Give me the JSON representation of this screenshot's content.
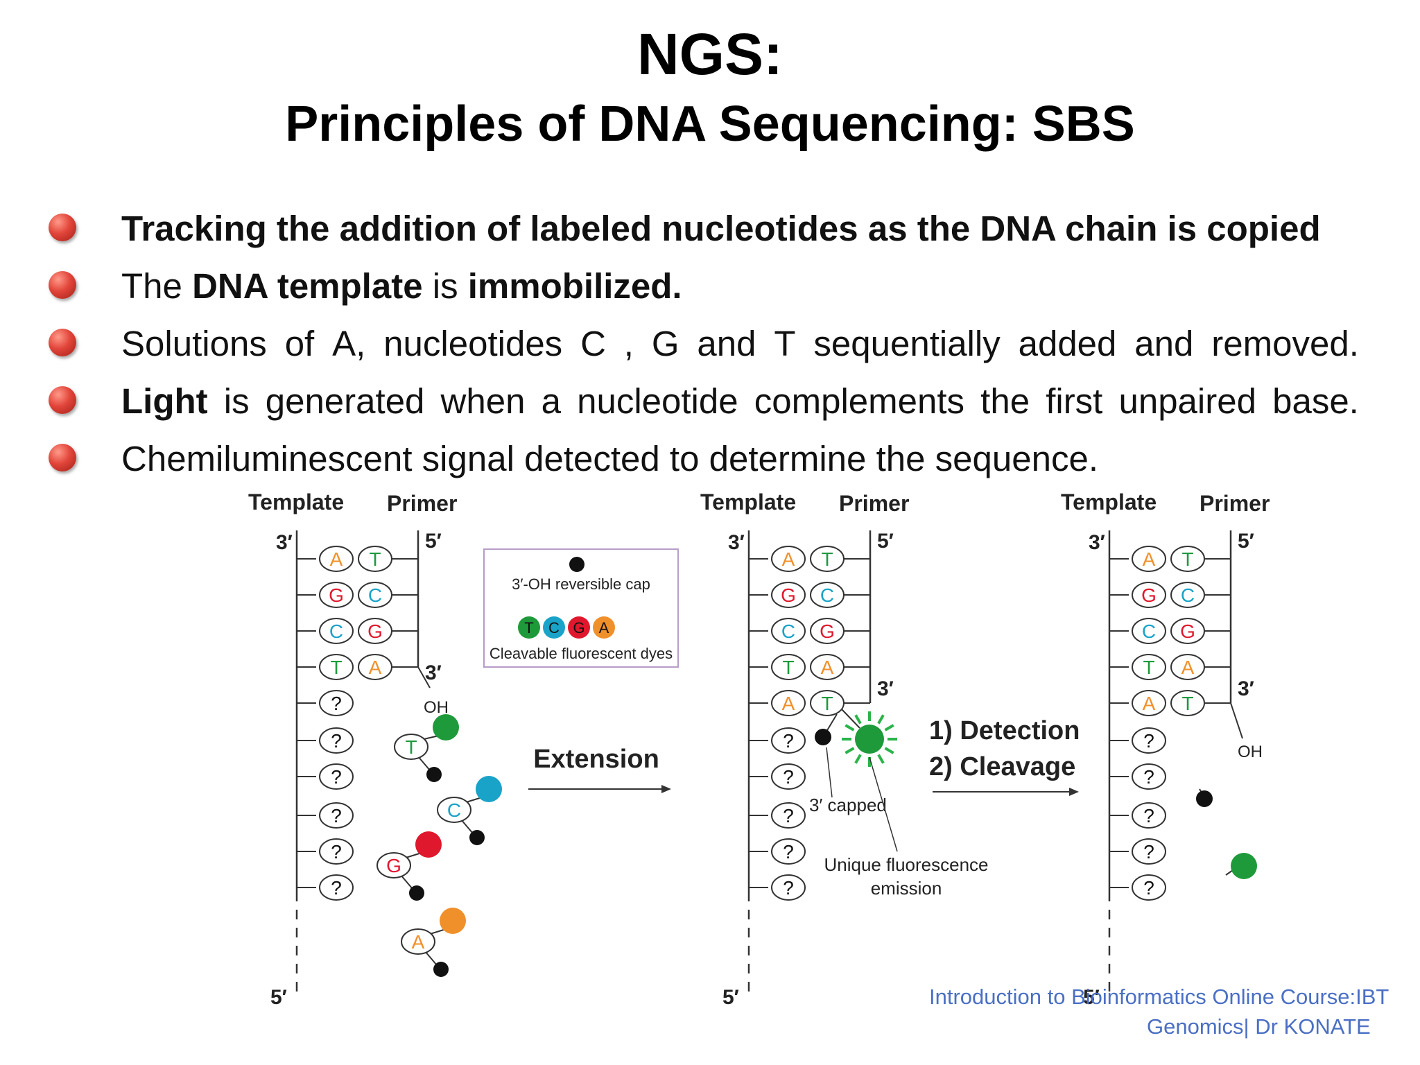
{
  "slide": {
    "title_line1": "NGS:",
    "title_line2": "Principles of DNA Sequencing: SBS"
  },
  "bullets": [
    {
      "parts": [
        {
          "text": "Tracking the addition of labeled nucleotides as the DNA chain is copied",
          "bold": true
        }
      ]
    },
    {
      "parts": [
        {
          "text": "The ",
          "bold": false
        },
        {
          "text": "DNA template",
          "bold": true
        },
        {
          "text": " is ",
          "bold": false
        },
        {
          "text": "immobilized.",
          "bold": true
        }
      ]
    },
    {
      "words": [
        "Solutions",
        "of",
        "A,",
        "nucleotides",
        "C",
        ",",
        "G",
        "and",
        "T",
        "sequentially",
        "added",
        "and",
        "removed."
      ]
    },
    {
      "words": [
        "Light",
        "is",
        "generated",
        "when",
        "a",
        "nucleotide",
        "complements",
        "the",
        "first",
        "unpaired",
        "base."
      ],
      "bold_first": true
    },
    {
      "parts": [
        {
          "text": "Chemiluminescent signal detected to determine the sequence.",
          "bold": false
        }
      ]
    }
  ],
  "diagram": {
    "labels": {
      "template": "Template",
      "primer": "Primer",
      "three_prime": "3′",
      "five_prime": "5′",
      "oh": "OH",
      "unknown": "?",
      "extension": "Extension",
      "detection": "1) Detection",
      "cleavage": "2) Cleavage",
      "capped": "3′ capped",
      "emission_line1": "Unique fluorescence",
      "emission_line2": "emission"
    },
    "legend": {
      "cap_label": "3′-OH reversible cap",
      "dyes_label": "Cleavable fluorescent dyes",
      "dyes": [
        {
          "base": "T",
          "color": "#1e9a3a"
        },
        {
          "base": "C",
          "color": "#1aa3c8"
        },
        {
          "base": "G",
          "color": "#e0182d"
        },
        {
          "base": "A",
          "color": "#f0902a"
        }
      ]
    },
    "template_bases": [
      "A",
      "G",
      "C",
      "T"
    ],
    "primer_bases": [
      "T",
      "C",
      "G",
      "A"
    ],
    "free_nucleotides": [
      "T",
      "C",
      "G",
      "A"
    ],
    "base_colors": {
      "A": "#f0902a",
      "T": "#1e9a3a",
      "G": "#e0182d",
      "C": "#1aa3c8"
    },
    "panel2_template_extra": "A",
    "panel2_primer_extra": "T"
  },
  "footer": {
    "line1": "Introduction to Bioinformatics Online Course:IBT",
    "line2": "Genomics| Dr KONATE"
  }
}
